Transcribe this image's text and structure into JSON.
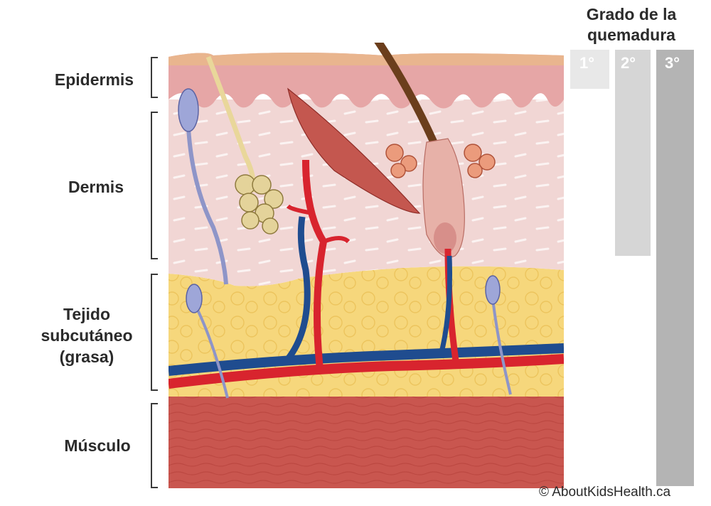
{
  "legend": {
    "title": "Grado de la quemadura",
    "degrees": [
      {
        "label": "1°",
        "color": "#e8e8e8"
      },
      {
        "label": "2°",
        "color": "#d6d6d6"
      },
      {
        "label": "3°",
        "color": "#b4b4b4"
      }
    ]
  },
  "layers": {
    "epidermis": "Epidermis",
    "dermis": "Dermis",
    "subcutaneous": "Tejido subcutáneo (grasa)",
    "muscle": "Músculo"
  },
  "credit": "© AboutKidsHealth.ca",
  "colors": {
    "epidermis": "#e6a6a6",
    "dermis": "#f1d6d4",
    "fat": "#f6d77c",
    "muscle": "#c9564f",
    "artery": "#d8242e",
    "vein": "#1f4c8f",
    "hair": "#6b3e1c"
  }
}
